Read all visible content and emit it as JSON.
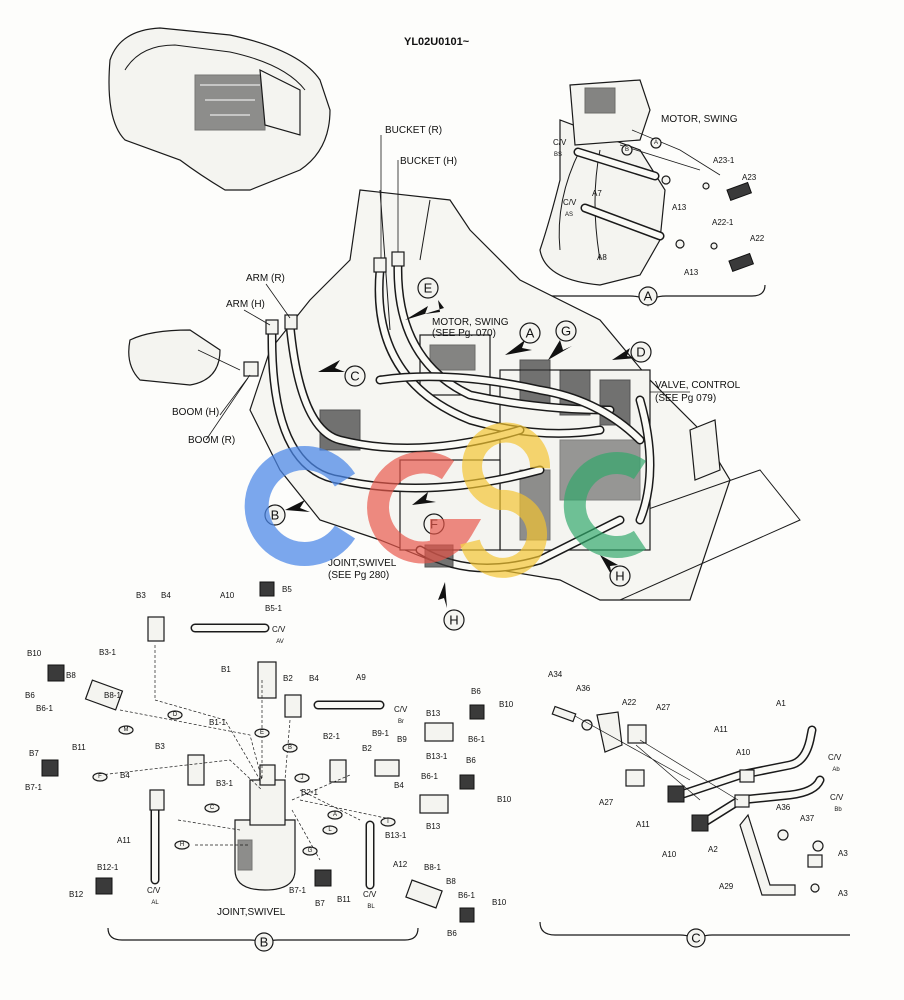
{
  "header": {
    "code": "YL02U0101~"
  },
  "watermark": {
    "text": "CGS",
    "colors": [
      "#4a86e8",
      "#e8564a",
      "#f4c430",
      "#2fa86a"
    ]
  },
  "main": {
    "labels": {
      "bucket_r": "BUCKET (R)",
      "bucket_h": "BUCKET (H)",
      "arm_r": "ARM (R)",
      "arm_h": "ARM (H)",
      "boom_h": "BOOM (H)",
      "boom_r": "BOOM (R)",
      "motor_swing_ref": "MOTOR, SWING",
      "motor_swing_ref2": "(SEE Pg. 070)",
      "valve_control": "VALVE, CONTROL",
      "valve_control_ref": "(SEE Pg 079)",
      "joint_swivel": "JOINT,SWIVEL",
      "joint_swivel_ref": "(SEE Pg 280)"
    },
    "callouts": [
      "A",
      "B",
      "C",
      "D",
      "E",
      "F",
      "G",
      "H",
      "H"
    ]
  },
  "detail_a": {
    "title": "MOTOR, SWING",
    "callout": "A",
    "parts": [
      "A23-1",
      "A23",
      "A7",
      "A13",
      "A22-1",
      "A22",
      "A8",
      "A13"
    ],
    "ports": [
      "C/V",
      "BS",
      "C/V",
      "AS",
      "B",
      "A"
    ]
  },
  "detail_b": {
    "title": "JOINT,SWIVEL",
    "callout": "B",
    "parts": [
      "B3",
      "B4",
      "A10",
      "B5",
      "B5-1",
      "B3-1",
      "B10",
      "B8",
      "B6",
      "B6-1",
      "B8-1",
      "B1",
      "B2",
      "B4",
      "A9",
      "B1-1",
      "B2-1",
      "B2",
      "B9",
      "B9-1",
      "B13",
      "B6",
      "B10",
      "B6-1",
      "B13-1",
      "B7",
      "B11",
      "B7-1",
      "B3",
      "B4",
      "B3-1",
      "B2-1",
      "B4",
      "B6-1",
      "B6",
      "B10",
      "B13",
      "B13-1",
      "A11",
      "A12",
      "B8-1",
      "B12-1",
      "B12",
      "B7-1",
      "B7",
      "B11",
      "B8",
      "B6-1",
      "B10",
      "B6"
    ],
    "ports": [
      "C/V",
      "AV",
      "C/V",
      "Br",
      "C/V",
      "AL",
      "C/V",
      "BL"
    ],
    "hose_tags": [
      "D",
      "E",
      "B",
      "M",
      "F",
      "G",
      "H",
      "C",
      "J",
      "A",
      "L",
      "I"
    ]
  },
  "detail_c": {
    "callout": "C",
    "parts": [
      "A34",
      "A36",
      "A22",
      "A27",
      "A1",
      "A11",
      "A10",
      "A27",
      "A11",
      "A10",
      "A2",
      "A36",
      "A37",
      "A29",
      "A3",
      "A3"
    ],
    "ports": [
      "C/V",
      "Ab",
      "C/V",
      "Bb"
    ]
  }
}
